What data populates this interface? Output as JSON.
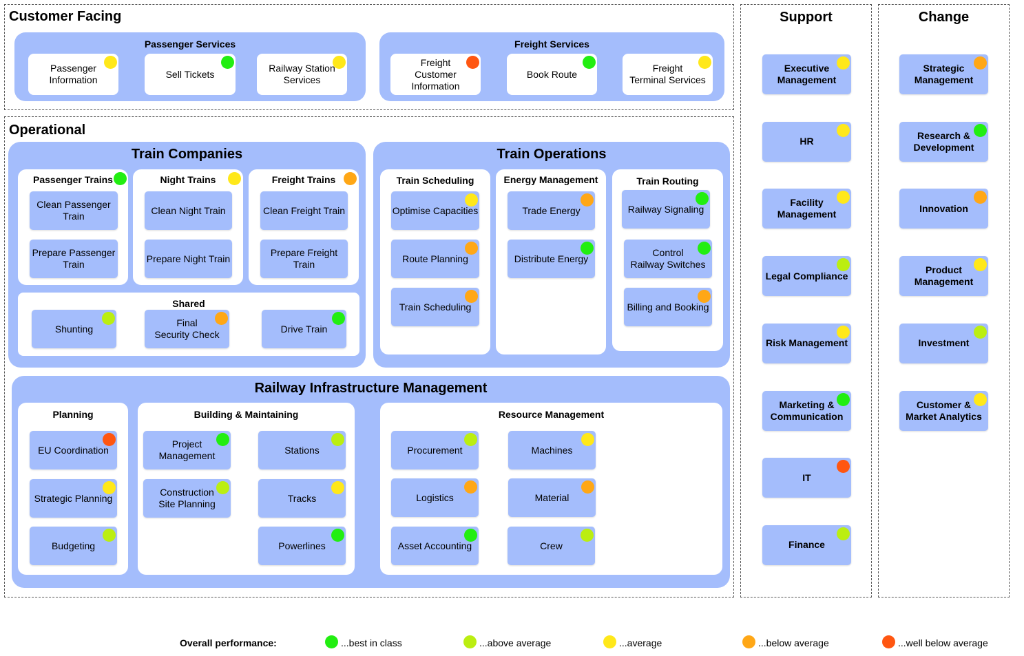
{
  "sections": {
    "customer_facing": "Customer Facing",
    "operational": "Operational",
    "support": "Support",
    "change": "Change"
  },
  "customer": {
    "passenger_services": {
      "title": "Passenger Services",
      "items": [
        {
          "label": "Passenger\nInformation",
          "status": "average"
        },
        {
          "label": "Sell Tickets",
          "status": "best"
        },
        {
          "label": "Railway Station\nServices",
          "status": "average"
        }
      ]
    },
    "freight_services": {
      "title": "Freight Services",
      "items": [
        {
          "label": "Freight\nCustomer\nInformation",
          "status": "well_below"
        },
        {
          "label": "Book Route",
          "status": "best"
        },
        {
          "label": "Freight\nTerminal Services",
          "status": "average"
        }
      ]
    }
  },
  "train_companies": {
    "title": "Train Companies",
    "passenger_trains": {
      "title": "Passenger Trains",
      "status": "best",
      "items": [
        {
          "label": "Clean Passenger\nTrain"
        },
        {
          "label": "Prepare Passenger\nTrain"
        }
      ]
    },
    "night_trains": {
      "title": "Night Trains",
      "status": "average",
      "items": [
        {
          "label": "Clean Night Train"
        },
        {
          "label": "Prepare Night Train"
        }
      ]
    },
    "freight_trains": {
      "title": "Freight Trains",
      "status": "below",
      "items": [
        {
          "label": "Clean Freight Train"
        },
        {
          "label": "Prepare Freight\nTrain"
        }
      ]
    },
    "shared": {
      "title": "Shared",
      "items": [
        {
          "label": "Shunting",
          "status": "above"
        },
        {
          "label": "Final\nSecurity Check",
          "status": "below"
        },
        {
          "label": "Drive Train",
          "status": "best"
        }
      ]
    }
  },
  "train_operations": {
    "title": "Train Operations",
    "scheduling": {
      "title": "Train Scheduling",
      "items": [
        {
          "label": "Optimise Capacities",
          "status": "average"
        },
        {
          "label": "Route Planning",
          "status": "below"
        },
        {
          "label": "Train Scheduling",
          "status": "below"
        }
      ]
    },
    "energy": {
      "title": "Energy Management",
      "items": [
        {
          "label": "Trade Energy",
          "status": "below"
        },
        {
          "label": "Distribute Energy",
          "status": "best"
        }
      ]
    },
    "routing": {
      "title": "Train Routing",
      "items": [
        {
          "label": "Railway Signaling",
          "status": "best"
        },
        {
          "label": "Control\nRailway Switches",
          "status": "best"
        },
        {
          "label": "Billing and Booking",
          "status": "below"
        }
      ]
    }
  },
  "infrastructure": {
    "title": "Railway Infrastructure Management",
    "planning": {
      "title": "Planning",
      "items": [
        {
          "label": "EU Coordination",
          "status": "well_below"
        },
        {
          "label": "Strategic Planning",
          "status": "average"
        },
        {
          "label": "Budgeting",
          "status": "above"
        }
      ]
    },
    "building": {
      "title": "Building & Maintaining",
      "items": [
        {
          "label": "Project\nManagement",
          "status": "best"
        },
        {
          "label": "Stations",
          "status": "above"
        },
        {
          "label": "Construction\nSite Planning",
          "status": "above"
        },
        {
          "label": "Tracks",
          "status": "average"
        },
        {
          "label": "Powerlines",
          "status": "best"
        }
      ]
    },
    "resource": {
      "title": "Resource Management",
      "items": [
        {
          "label": "Procurement",
          "status": "above"
        },
        {
          "label": "Machines",
          "status": "average"
        },
        {
          "label": "Logistics",
          "status": "below"
        },
        {
          "label": "Material",
          "status": "below"
        },
        {
          "label": "Asset Accounting",
          "status": "best"
        },
        {
          "label": "Crew",
          "status": "above"
        }
      ]
    }
  },
  "support_items": [
    {
      "label": "Executive\nManagement",
      "status": "average"
    },
    {
      "label": "HR",
      "status": "average"
    },
    {
      "label": "Facility\nManagement",
      "status": "average"
    },
    {
      "label": "Legal Compliance",
      "status": "above"
    },
    {
      "label": "Risk Management",
      "status": "average"
    },
    {
      "label": "Marketing &\nCommunication",
      "status": "best"
    },
    {
      "label": "IT",
      "status": "well_below"
    },
    {
      "label": "Finance",
      "status": "above"
    }
  ],
  "change_items": [
    {
      "label": "Strategic\nManagement",
      "status": "below"
    },
    {
      "label": "Research &\nDevelopment",
      "status": "best"
    },
    {
      "label": "Innovation",
      "status": "below"
    },
    {
      "label": "Product\nManagement",
      "status": "average"
    },
    {
      "label": "Investment",
      "status": "above"
    },
    {
      "label": "Customer &\nMarket Analytics",
      "status": "average"
    }
  ],
  "legend": {
    "title": "Overall performance:",
    "items": [
      {
        "label": "...best in class",
        "status": "best"
      },
      {
        "label": "...above average",
        "status": "above"
      },
      {
        "label": "...average",
        "status": "average"
      },
      {
        "label": "...below average",
        "status": "below"
      },
      {
        "label": "...well below average",
        "status": "well_below"
      }
    ]
  },
  "colors": {
    "group_fill": "#a4bdfc",
    "best": "#22ee11",
    "above": "#bbee11",
    "average": "#ffe81a",
    "below": "#ffa716",
    "well_below": "#ff5611"
  }
}
